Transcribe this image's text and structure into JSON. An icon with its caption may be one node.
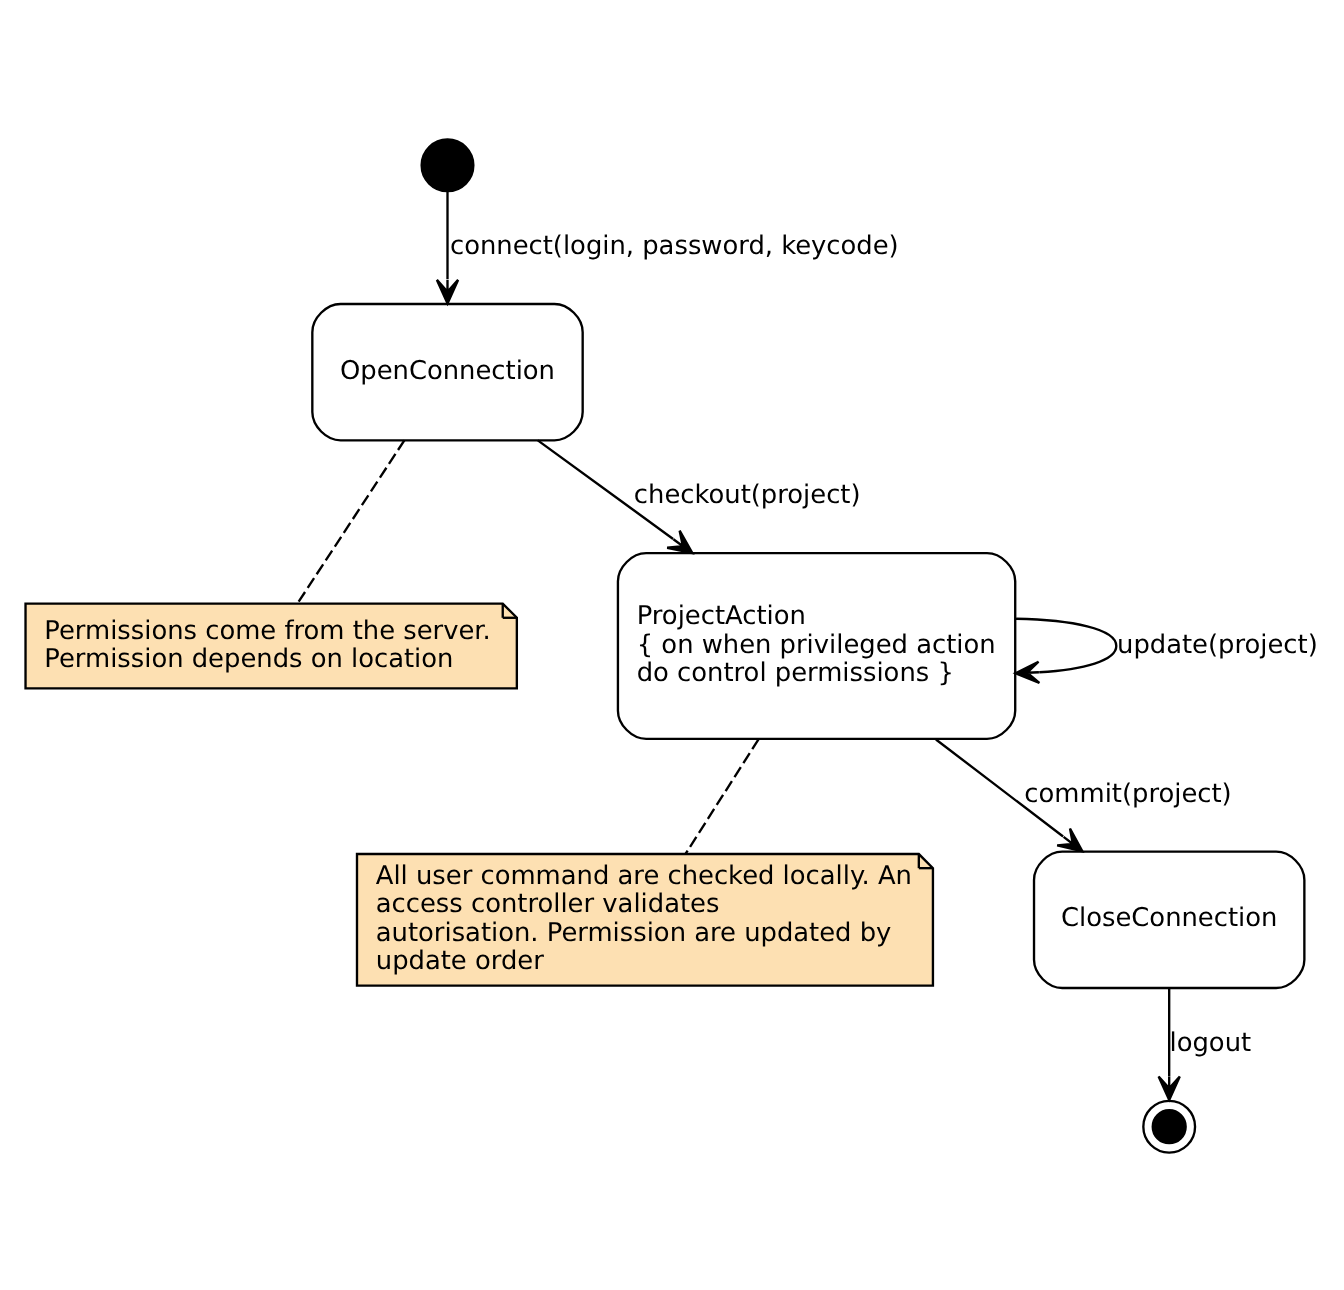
{
  "diagram": {
    "nodes": [
      {
        "text": [],
        "shape": "circle"
      },
      {
        "text": [
          "OpenConnection"
        ]
      },
      {
        "text": [
          "Permissions come from the server. Permission depends on location"
        ]
      },
      {
        "text": [
          "ProjectAction",
          "{ on when privileged action do control permissions }"
        ]
      },
      {
        "text": [
          "All user command are checked locally. An access controller validates autorisation. Permission are updated by update order"
        ]
      },
      {
        "text": [
          "CloseConnection"
        ]
      },
      {
        "text": [],
        "shape": "circle"
      }
    ],
    "edges": [
      {
        "from": 0,
        "to": 1,
        "arrow": "to",
        "label": "connect(login, password, keycode)"
      },
      {
        "from": 1,
        "to": 2,
        "arrow": "none",
        "style": "dashed"
      },
      {
        "from": 1,
        "to": 3,
        "arrow": "to",
        "label": "checkout(project)"
      },
      {
        "from": 3,
        "to": 3,
        "arrow": "to",
        "label": "update(project)"
      },
      {
        "from": 3,
        "to": 4,
        "arrow": "none",
        "style": "dashed"
      },
      {
        "from": 3,
        "to": 5,
        "arrow": "to",
        "label": "commit(project)"
      },
      {
        "from": 5,
        "to": 6,
        "arrow": "to",
        "label": "logout"
      }
    ]
  }
}
